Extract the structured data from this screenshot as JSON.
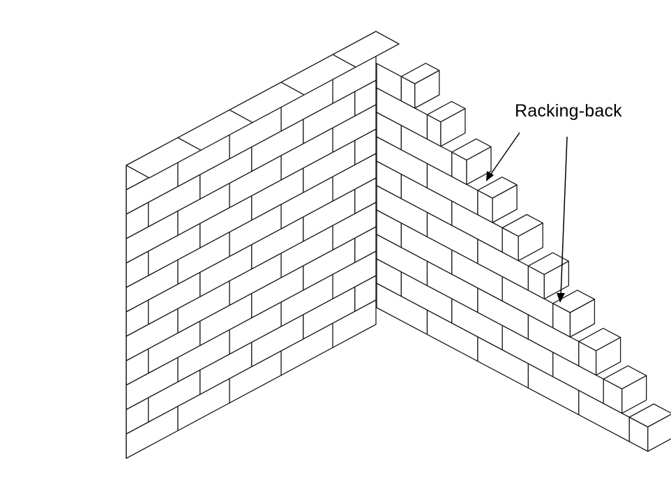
{
  "callout": {
    "label": "Racking-back"
  },
  "colors": {
    "background": "#ffffff",
    "line": "#1a1a1a"
  },
  "wall": {
    "left_wall_courses": 12,
    "right_wall_courses": 10
  }
}
